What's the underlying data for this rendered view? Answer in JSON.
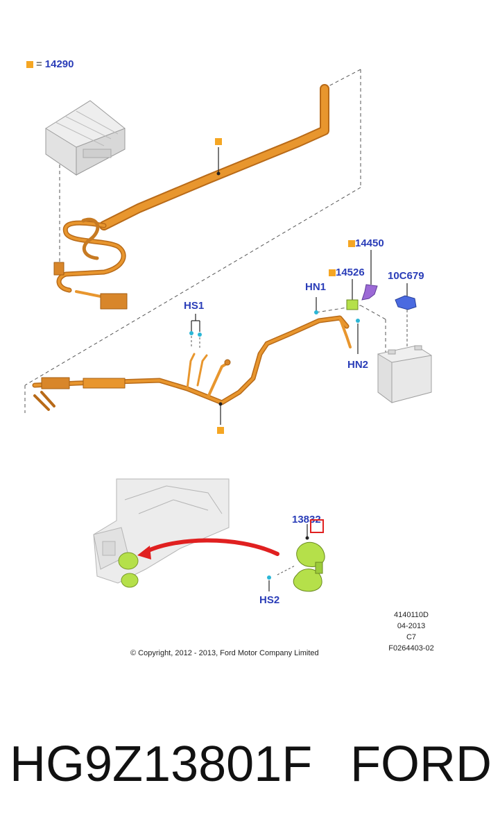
{
  "legend": {
    "marker": "■",
    "equals": "=",
    "part": "14290"
  },
  "callouts": {
    "p14450": "14450",
    "p14526": "14526",
    "p10C679": "10C679",
    "hn1": "HN1",
    "hn2": "HN2",
    "hs1": "HS1",
    "hs2": "HS2",
    "p13832": "13832"
  },
  "meta": {
    "drawing_no": "4140110D",
    "date": "04-2013",
    "rev": "C7",
    "figure": "F0264403-02"
  },
  "copyright": "© Copyright, 2012 - 2013, Ford Motor Company Limited",
  "caption": {
    "part_number": "HG9Z13801F",
    "brand": "FORD"
  },
  "colors": {
    "harness": "#e8962e",
    "callout": "#2a3db8",
    "marker": "#f5a623",
    "horn": "#b5e04a",
    "highlight": "#e02020"
  }
}
